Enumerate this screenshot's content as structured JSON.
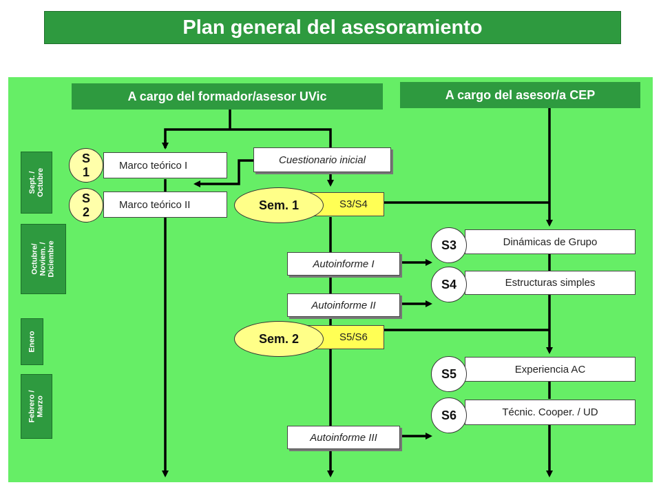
{
  "title": "Plan general del asesoramiento",
  "headers": {
    "left": "A cargo del formador/asesor UVic",
    "right": "A cargo del asesor/a CEP"
  },
  "months": {
    "m1": "Sept. /\nOctubre",
    "m2": "Octubre/\nNoviem. /\nDiciembre",
    "m3": "Enero",
    "m4": "Febrero /\nMarzo"
  },
  "left_column": {
    "s1_line1": "S",
    "s1_line2": "1",
    "s2_line1": "S",
    "s2_line2": "2",
    "marco1": "Marco teórico I",
    "marco2": "Marco teórico II"
  },
  "middle_column": {
    "cuestionario": "Cuestionario inicial",
    "sem1": "Sem. 1",
    "sem1_sessions": "S3/S4",
    "autoinforme1": "Autoinforme I",
    "autoinforme2": "Autoinforme II",
    "sem2": "Sem. 2",
    "sem2_sessions": "S5/S6",
    "autoinforme3": "Autoinforme III"
  },
  "right_column": {
    "s3": "S3",
    "s3_label": "Dinámicas de Grupo",
    "s4": "S4",
    "s4_label": "Estructuras simples",
    "s5": "S5",
    "s5_label": "Experiencia AC",
    "s6": "S6",
    "s6_label": "Técnic. Cooper. / UD"
  },
  "colors": {
    "dark_green": "#2e9a3f",
    "light_green": "#66ee66",
    "yellow": "#ffff55"
  }
}
